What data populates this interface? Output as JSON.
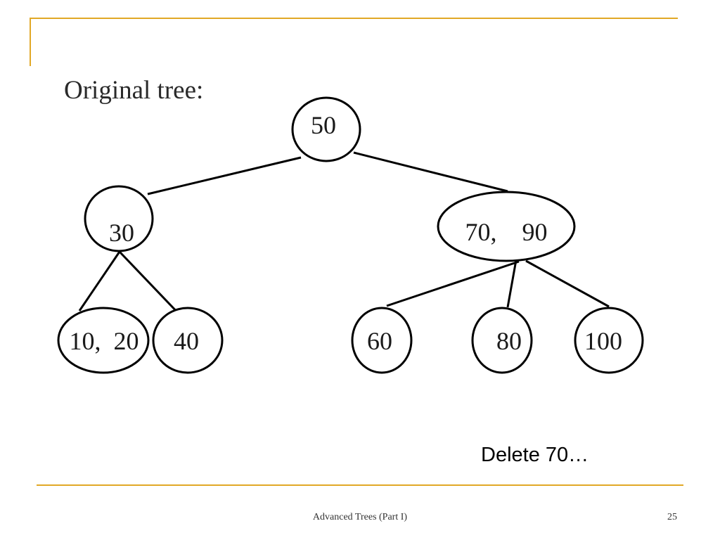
{
  "slide": {
    "diagram_title": "Original tree:",
    "caption": "Delete 70…",
    "footer_title": "Advanced Trees (Part I)",
    "page_number": "25"
  },
  "colors": {
    "accent": "#E1A826",
    "stroke": "#000000"
  },
  "tree": {
    "nodes": [
      {
        "id": "n50",
        "label": "50"
      },
      {
        "id": "n30",
        "label": "30"
      },
      {
        "id": "n7090",
        "label": "70,    90"
      },
      {
        "id": "n1020",
        "label": "10,  20"
      },
      {
        "id": "n40",
        "label": "40"
      },
      {
        "id": "n60",
        "label": "60"
      },
      {
        "id": "n80",
        "label": "80"
      },
      {
        "id": "n100",
        "label": "100"
      }
    ],
    "edges": [
      {
        "from": "n50",
        "to": "n30"
      },
      {
        "from": "n50",
        "to": "n7090"
      },
      {
        "from": "n30",
        "to": "n1020"
      },
      {
        "from": "n30",
        "to": "n40"
      },
      {
        "from": "n7090",
        "to": "n60"
      },
      {
        "from": "n7090",
        "to": "n80"
      },
      {
        "from": "n7090",
        "to": "n100"
      }
    ]
  }
}
